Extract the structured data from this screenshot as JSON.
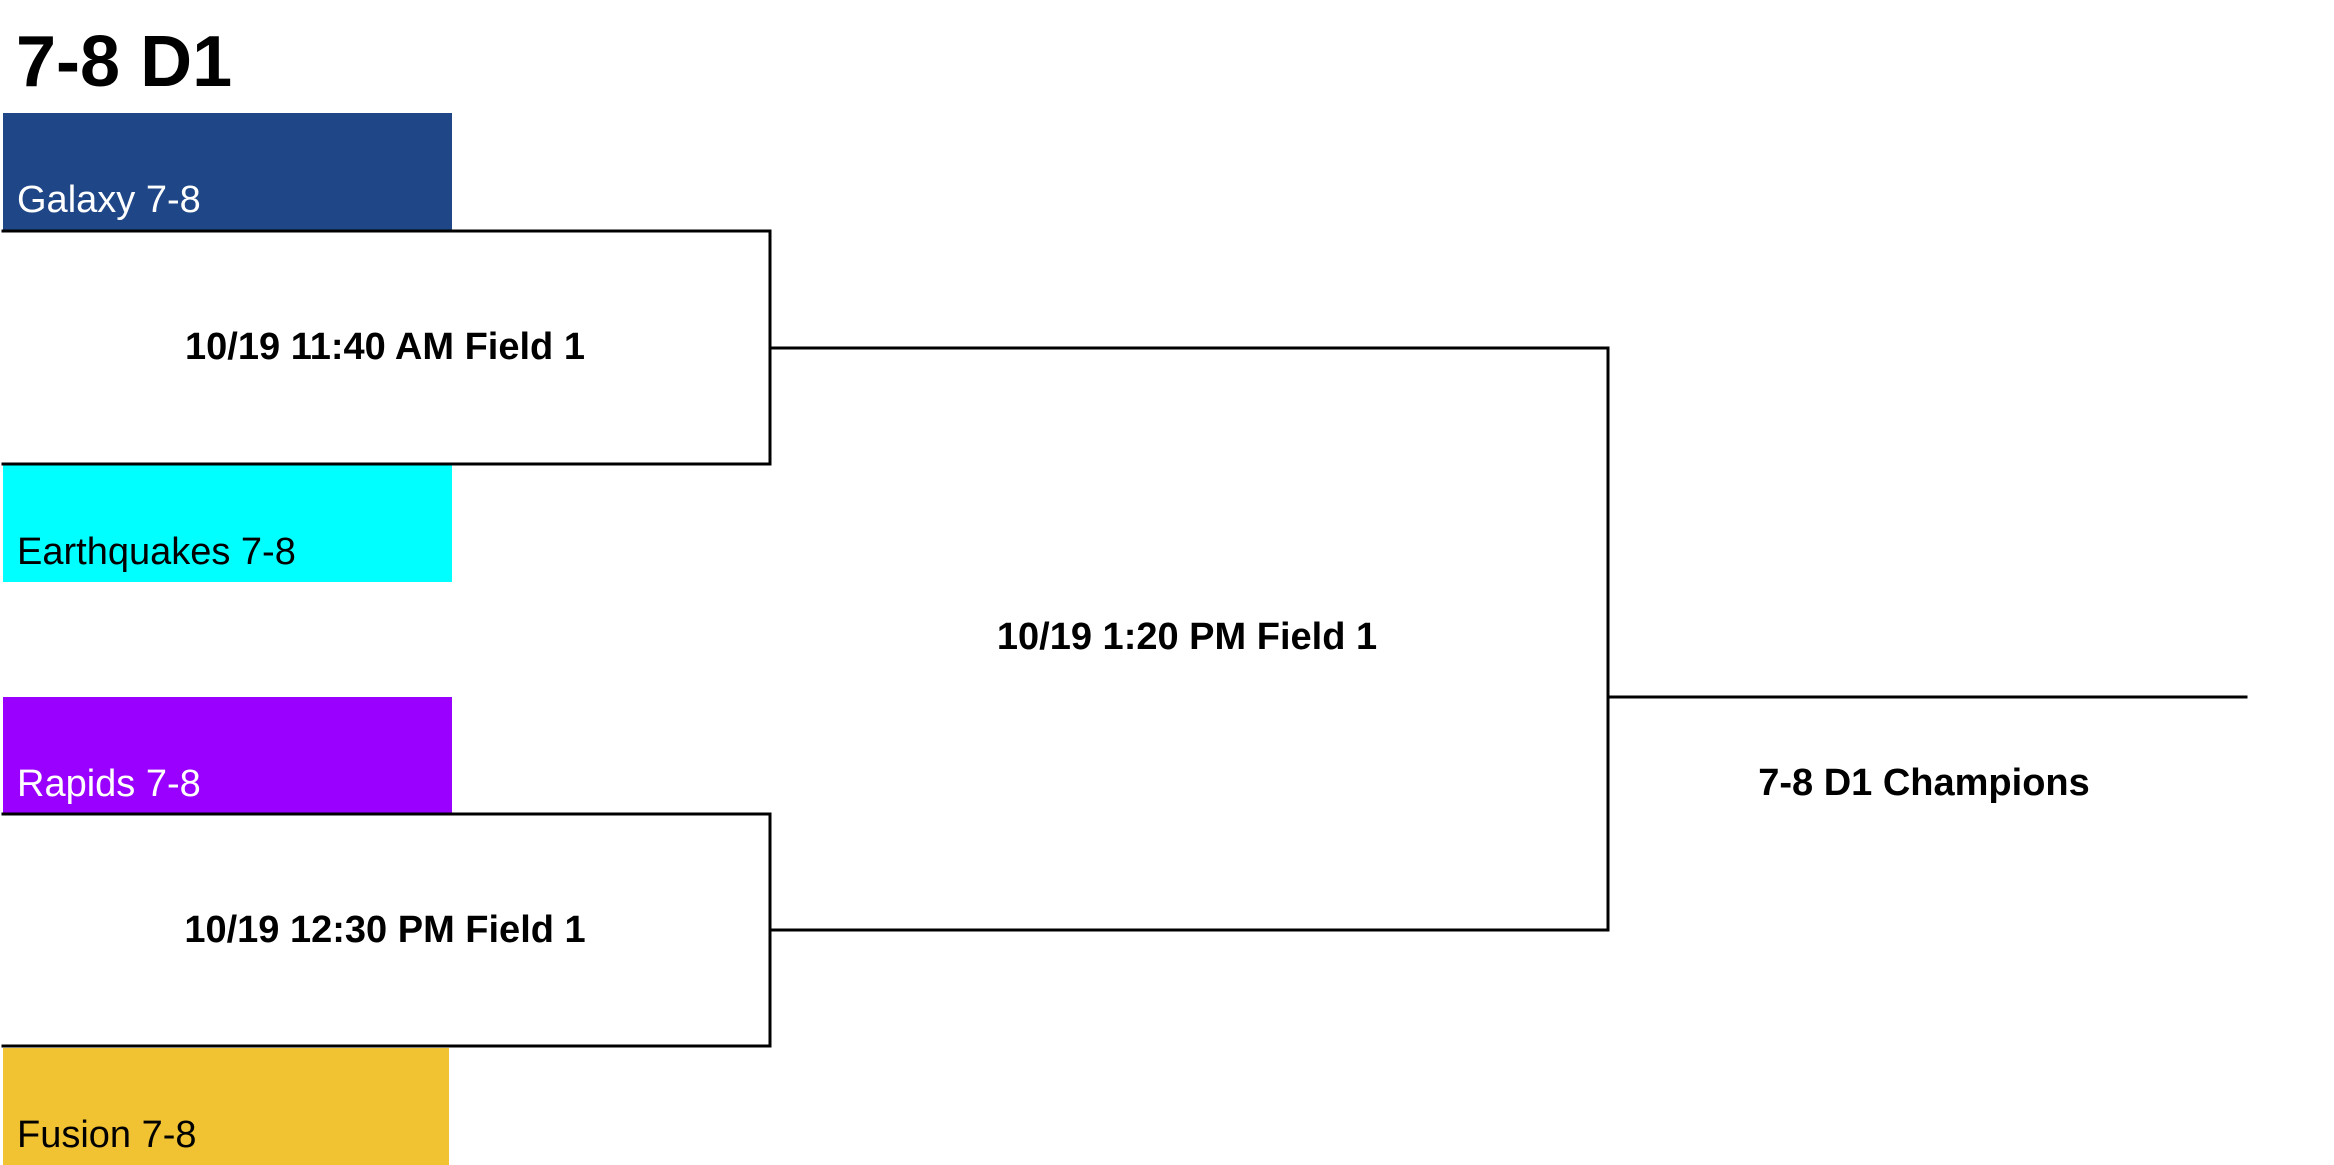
{
  "title": "7-8 D1",
  "teams": [
    {
      "name": "Galaxy 7-8",
      "color": "#1F4788",
      "text_color": "#ffffff"
    },
    {
      "name": "Earthquakes 7-8",
      "color": "#00FFFF",
      "text_color": "#000000"
    },
    {
      "name": "Rapids 7-8",
      "color": "#9900FF",
      "text_color": "#ffffff"
    },
    {
      "name": "Fusion 7-8",
      "color": "#F1C232",
      "text_color": "#000000"
    }
  ],
  "games": {
    "semifinal_1": "10/19 11:40 AM Field 1",
    "semifinal_2": "10/19 12:30 PM Field 1",
    "final": "10/19 1:20 PM Field 1"
  },
  "champion_label": "7-8 D1 Champions",
  "line_color": "#000000"
}
